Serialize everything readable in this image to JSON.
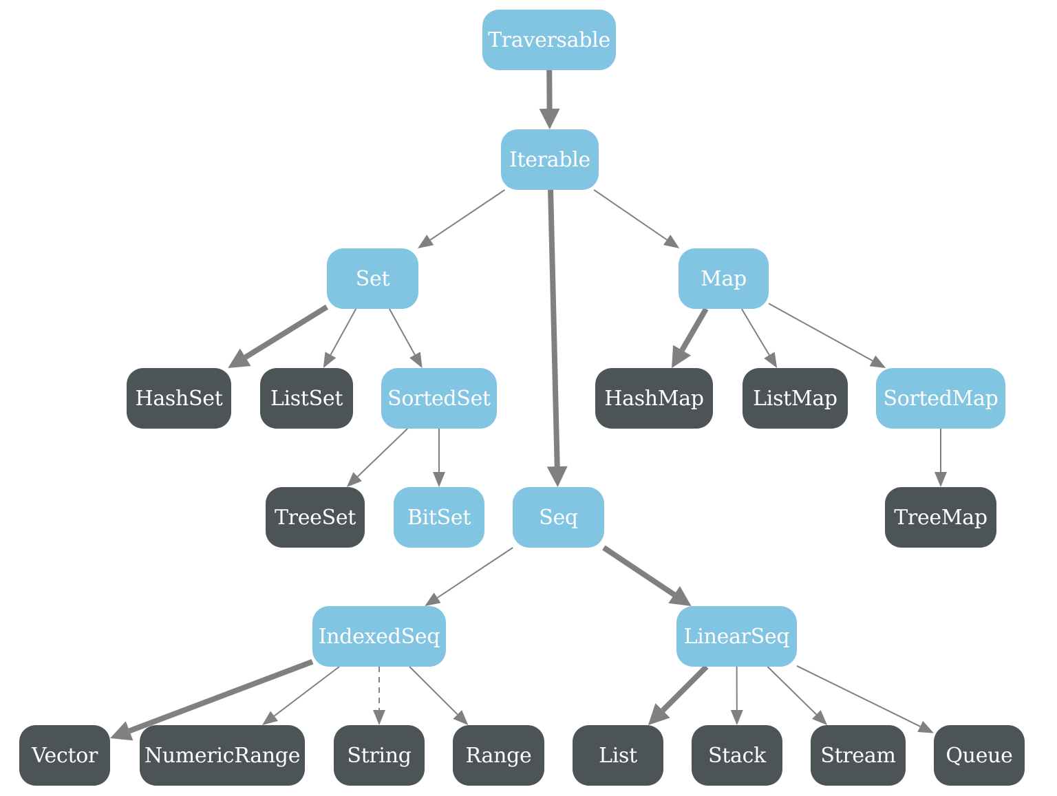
{
  "colors": {
    "trait": "#82c5e3",
    "concrete": "#4c5458",
    "edge": "#808080",
    "text": "#ffffff"
  },
  "nodes": {
    "traversable": {
      "label": "Traversable",
      "kind": "trait"
    },
    "iterable": {
      "label": "Iterable",
      "kind": "trait"
    },
    "set": {
      "label": "Set",
      "kind": "trait"
    },
    "map": {
      "label": "Map",
      "kind": "trait"
    },
    "hashset": {
      "label": "HashSet",
      "kind": "concrete"
    },
    "listset": {
      "label": "ListSet",
      "kind": "concrete"
    },
    "sortedset": {
      "label": "SortedSet",
      "kind": "trait"
    },
    "hashmap": {
      "label": "HashMap",
      "kind": "concrete"
    },
    "listmap": {
      "label": "ListMap",
      "kind": "concrete"
    },
    "sortedmap": {
      "label": "SortedMap",
      "kind": "trait"
    },
    "treeset": {
      "label": "TreeSet",
      "kind": "concrete"
    },
    "bitset": {
      "label": "BitSet",
      "kind": "trait"
    },
    "seq": {
      "label": "Seq",
      "kind": "trait"
    },
    "treemap": {
      "label": "TreeMap",
      "kind": "concrete"
    },
    "indexedseq": {
      "label": "IndexedSeq",
      "kind": "trait"
    },
    "linearseq": {
      "label": "LinearSeq",
      "kind": "trait"
    },
    "vector": {
      "label": "Vector",
      "kind": "concrete"
    },
    "numericrange": {
      "label": "NumericRange",
      "kind": "concrete"
    },
    "string": {
      "label": "String",
      "kind": "concrete"
    },
    "range": {
      "label": "Range",
      "kind": "concrete"
    },
    "list": {
      "label": "List",
      "kind": "concrete"
    },
    "stack": {
      "label": "Stack",
      "kind": "concrete"
    },
    "stream": {
      "label": "Stream",
      "kind": "concrete"
    },
    "queue": {
      "label": "Queue",
      "kind": "concrete"
    }
  },
  "edges": [
    {
      "from": "traversable",
      "to": "iterable",
      "style": "bold"
    },
    {
      "from": "iterable",
      "to": "set",
      "style": "thin"
    },
    {
      "from": "iterable",
      "to": "seq",
      "style": "bold"
    },
    {
      "from": "iterable",
      "to": "map",
      "style": "thin"
    },
    {
      "from": "set",
      "to": "hashset",
      "style": "bold"
    },
    {
      "from": "set",
      "to": "listset",
      "style": "thin"
    },
    {
      "from": "set",
      "to": "sortedset",
      "style": "thin"
    },
    {
      "from": "sortedset",
      "to": "treeset",
      "style": "thin"
    },
    {
      "from": "sortedset",
      "to": "bitset",
      "style": "thin"
    },
    {
      "from": "map",
      "to": "hashmap",
      "style": "bold"
    },
    {
      "from": "map",
      "to": "listmap",
      "style": "thin"
    },
    {
      "from": "map",
      "to": "sortedmap",
      "style": "thin"
    },
    {
      "from": "sortedmap",
      "to": "treemap",
      "style": "thin"
    },
    {
      "from": "seq",
      "to": "indexedseq",
      "style": "thin"
    },
    {
      "from": "seq",
      "to": "linearseq",
      "style": "bold"
    },
    {
      "from": "indexedseq",
      "to": "vector",
      "style": "bold"
    },
    {
      "from": "indexedseq",
      "to": "numericrange",
      "style": "thin"
    },
    {
      "from": "indexedseq",
      "to": "string",
      "style": "dashed"
    },
    {
      "from": "indexedseq",
      "to": "range",
      "style": "thin"
    },
    {
      "from": "linearseq",
      "to": "list",
      "style": "bold"
    },
    {
      "from": "linearseq",
      "to": "stack",
      "style": "thin"
    },
    {
      "from": "linearseq",
      "to": "stream",
      "style": "thin"
    },
    {
      "from": "linearseq",
      "to": "queue",
      "style": "thin"
    }
  ]
}
